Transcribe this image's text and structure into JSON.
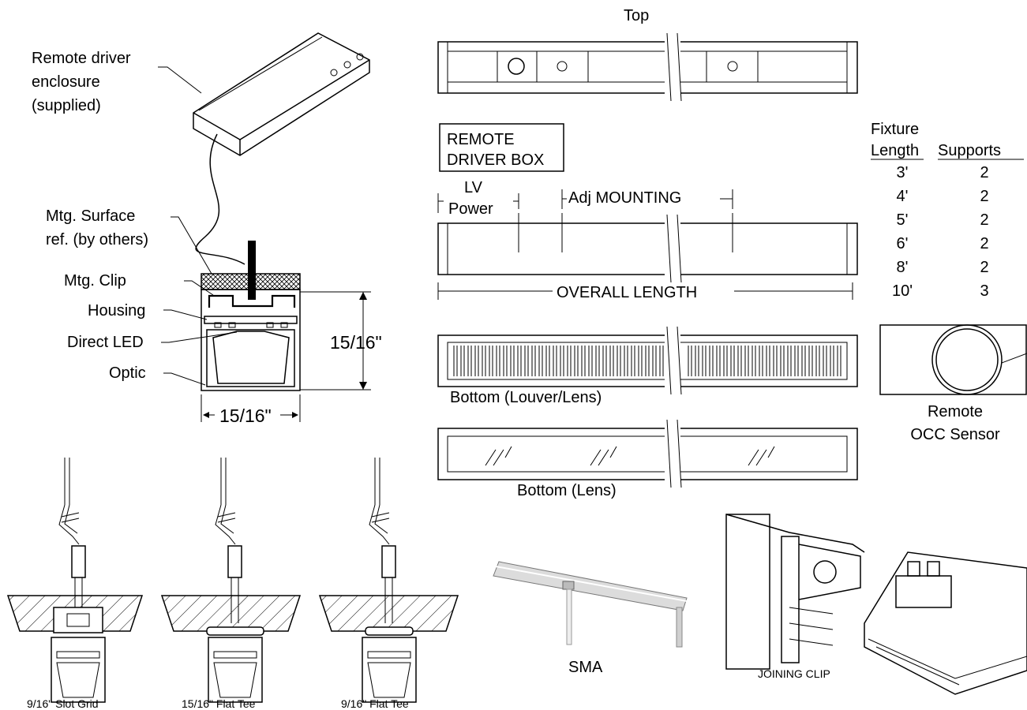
{
  "labels": {
    "remote_driver": [
      "Remote driver",
      "enclosure",
      "(supplied)"
    ],
    "mtg_surface": [
      "Mtg. Surface",
      "ref. (by others)"
    ],
    "mtg_clip": "Mtg. Clip",
    "housing": "Housing",
    "direct_led": "Direct LED",
    "optic": "Optic",
    "dim_height": "15/16\"",
    "dim_width": "15/16\"",
    "top_view": "Top",
    "remote_driver_box": [
      "REMOTE",
      "DRIVER BOX"
    ],
    "lv_power": [
      "LV",
      "Power"
    ],
    "adj_mounting": "Adj MOUNTING",
    "overall_length": "OVERALL LENGTH",
    "bottom_louver": "Bottom (Louver/Lens)",
    "bottom_lens": "Bottom (Lens)",
    "remote_occ": [
      "Remote",
      "OCC Sensor"
    ],
    "sma": "SMA",
    "joining_clip": "JOINING CLIP",
    "grid_slot": "9/16\" Slot Grid",
    "grid_flat15": "15/16\" Flat Tee",
    "grid_flat9": "9/16\" Flat Tee"
  },
  "supports_table": {
    "header_col1": [
      "Fixture",
      "Length"
    ],
    "header_col2": "Supports",
    "rows": [
      {
        "length": "3'",
        "supports": "2"
      },
      {
        "length": "4'",
        "supports": "2"
      },
      {
        "length": "5'",
        "supports": "2"
      },
      {
        "length": "6'",
        "supports": "2"
      },
      {
        "length": "8'",
        "supports": "2"
      },
      {
        "length": "10'",
        "supports": "3"
      }
    ]
  }
}
